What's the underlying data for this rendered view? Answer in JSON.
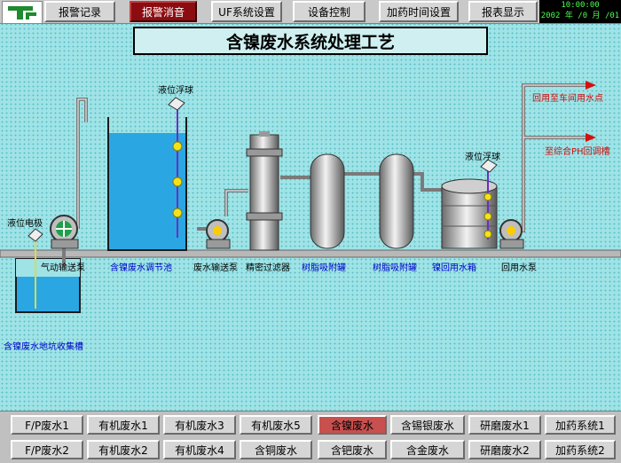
{
  "toolbar": {
    "buttons": [
      "报警记录",
      "报警消音",
      "UF系统设置",
      "设备控制",
      "加药时间设置",
      "报表显示"
    ]
  },
  "clock": {
    "line1": "10:00:00",
    "line2": "2002 年 /0 月 /01"
  },
  "title": "含镍废水系统处理工艺",
  "process": {
    "float_left": "液位浮球",
    "electrode": "液位电极",
    "air_pump": "气动输送泵",
    "tank1": "含镍废水调节池",
    "pump1": "废水输送泵",
    "filter": "精密过滤器",
    "resin1": "树脂吸附罐",
    "resin2": "树脂吸附罐",
    "reuse_tank": "镍回用水箱",
    "reuse_pump": "回用水泵",
    "float_right": "液位浮球",
    "pit": "含镍废水地坑收集槽",
    "out1": "回用至车间用水点",
    "out2": "至综合PH回调槽"
  },
  "nav": {
    "row1": [
      "F/P废水1",
      "有机废水1",
      "有机废水3",
      "有机废水5",
      "含镍废水",
      "含锡银废水",
      "研磨废水1",
      "加药系统1"
    ],
    "row2": [
      "F/P废水2",
      "有机废水2",
      "有机废水4",
      "含铜废水",
      "含钯废水",
      "含金废水",
      "研磨废水2",
      "加药系统2"
    ],
    "selected": "含镍废水"
  },
  "colors": {
    "accent": "#8b0d12",
    "water": "#29a9e6",
    "pipe": "#808080"
  }
}
